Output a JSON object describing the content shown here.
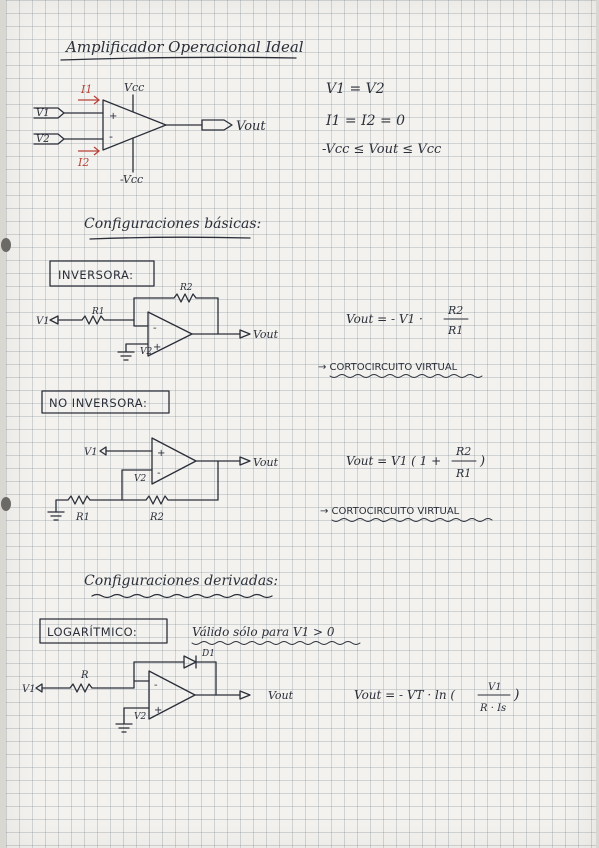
{
  "title": "Amplificador Operacional Ideal",
  "ideal": {
    "labels": {
      "i1": "I1",
      "i2": "I2",
      "v1": "V1",
      "v2": "V2",
      "vcc_top": "Vcc",
      "vcc_bottom": "-Vcc",
      "vout": "Vout",
      "plus": "+",
      "minus": "-"
    },
    "eq1": "V1 = V2",
    "eq2": "I1 = I2 = 0",
    "eq3": "-Vcc ≤ Vout ≤ Vcc"
  },
  "basic_heading": "Configuraciones básicas:",
  "inversora": {
    "box": "INVERSORA:",
    "r1": "R1",
    "r2": "R2",
    "v1": "V1",
    "v2": "V2",
    "vout": "Vout",
    "eq_lhs": "Vout = - V1 ·",
    "eq_num": "R2",
    "eq_den": "R1",
    "note": "→ CORTOCIRCUITO VIRTUAL"
  },
  "no_inversora": {
    "box": "NO INVERSORA:",
    "r1": "R1",
    "r2": "R2",
    "v1": "V1",
    "v2": "V2",
    "vout": "Vout",
    "eq_lhs": "Vout = V1 ( 1 +",
    "eq_num": "R2",
    "eq_den": "R1",
    "eq_rhs": ")",
    "note": "→ CORTOCIRCUITO VIRTUAL"
  },
  "derived_heading": "Configuraciones derivadas:",
  "logaritmico": {
    "box": "LOGARÍTMICO:",
    "condition": "Válido sólo para V1 > 0",
    "r": "R",
    "d1": "D1",
    "v1": "V1",
    "v2": "V2",
    "vout": "Vout",
    "eq_lhs": "Vout = - VT · ln (",
    "eq_num": "V1",
    "eq_den": "R · Is",
    "eq_rhs": ")"
  },
  "colors": {
    "ink": "#2b2f3a",
    "red": "#b8433a",
    "paper": "#f3f2ee"
  }
}
